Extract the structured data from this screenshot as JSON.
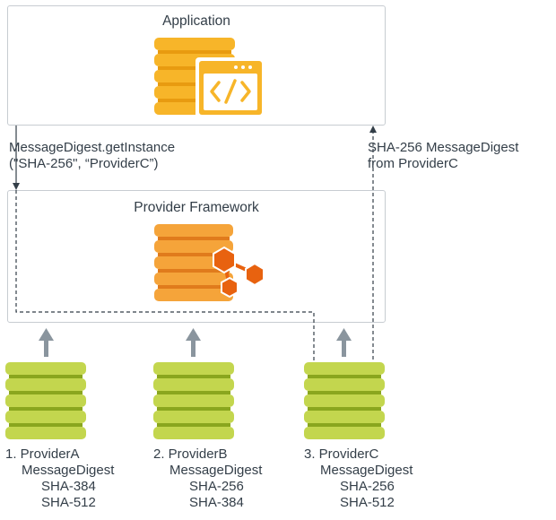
{
  "application": {
    "title": "Application"
  },
  "framework": {
    "title": "Provider Framework"
  },
  "request": {
    "line1": "MessageDigest.getInstance",
    "line2": "(\"SHA-256\", “ProviderC”)"
  },
  "response": {
    "line1": "SHA-256 MessageDigest",
    "line2": "from ProviderC"
  },
  "providers": [
    {
      "name": "1. ProviderA",
      "service": "MessageDigest",
      "algorithms": [
        "SHA-384",
        "SHA-512"
      ]
    },
    {
      "name": "2. ProviderB",
      "service": "MessageDigest",
      "algorithms": [
        "SHA-256",
        "SHA-384"
      ]
    },
    {
      "name": "3. ProviderC",
      "service": "MessageDigest",
      "algorithms": [
        "SHA-256",
        "SHA-512"
      ]
    }
  ],
  "colors": {
    "app_db": "#f7b529",
    "app_db_dark": "#e89b10",
    "framework_db": "#f5a43a",
    "framework_db_dark": "#e07b1c",
    "hexagon": "#e8620f",
    "provider_db": "#c3d64e",
    "provider_db_dark": "#8aa61e",
    "box_border": "#c7ccd1",
    "arrow": "#8a959e",
    "line": "#333e48"
  },
  "icons": [
    "code-window-icon",
    "network-hexagons-icon"
  ]
}
